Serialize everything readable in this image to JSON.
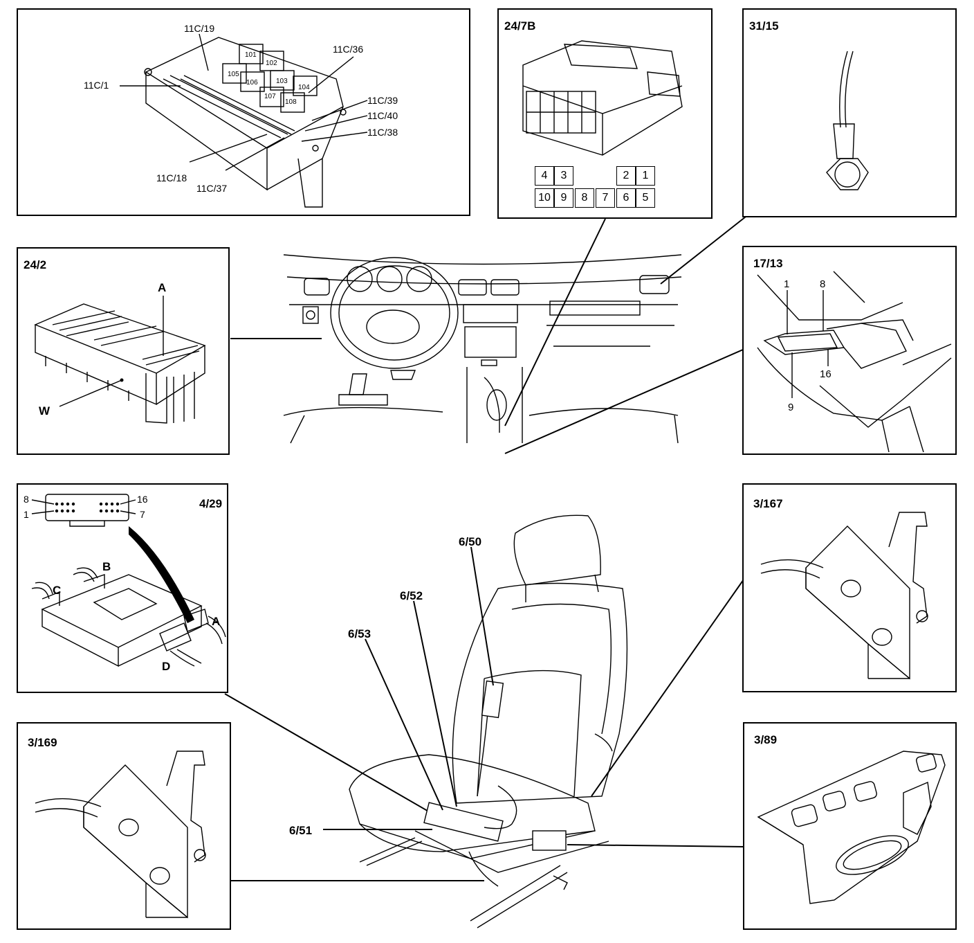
{
  "panels": {
    "fusebox": {
      "labels": [
        "11C/19",
        "11C/1",
        "101",
        "102",
        "105",
        "106",
        "103",
        "104",
        "107",
        "108",
        "11C/36",
        "11C/39",
        "11C/40",
        "11C/38",
        "11C/18",
        "11C/37"
      ]
    },
    "p24_7b": {
      "title": "24/7B",
      "pins_top": [
        "4",
        "3",
        "2",
        "1"
      ],
      "pins_bottom": [
        "10",
        "9",
        "8",
        "7",
        "6",
        "5"
      ]
    },
    "p31_15": {
      "title": "31/15"
    },
    "p24_2": {
      "title": "24/2",
      "label_a": "A",
      "label_w": "W"
    },
    "p17_13": {
      "title": "17/13",
      "pin_labels": [
        "1",
        "8",
        "16",
        "9"
      ]
    },
    "p4_29": {
      "title": "4/29",
      "pin_labels": [
        "8",
        "16",
        "1",
        "7"
      ],
      "connector_labels": [
        "B",
        "C",
        "A",
        "D"
      ]
    },
    "p3_167": {
      "title": "3/167"
    },
    "p3_169": {
      "title": "3/169"
    },
    "p3_89": {
      "title": "3/89"
    }
  },
  "seat_labels": [
    "6/50",
    "6/52",
    "6/53",
    "6/51"
  ]
}
